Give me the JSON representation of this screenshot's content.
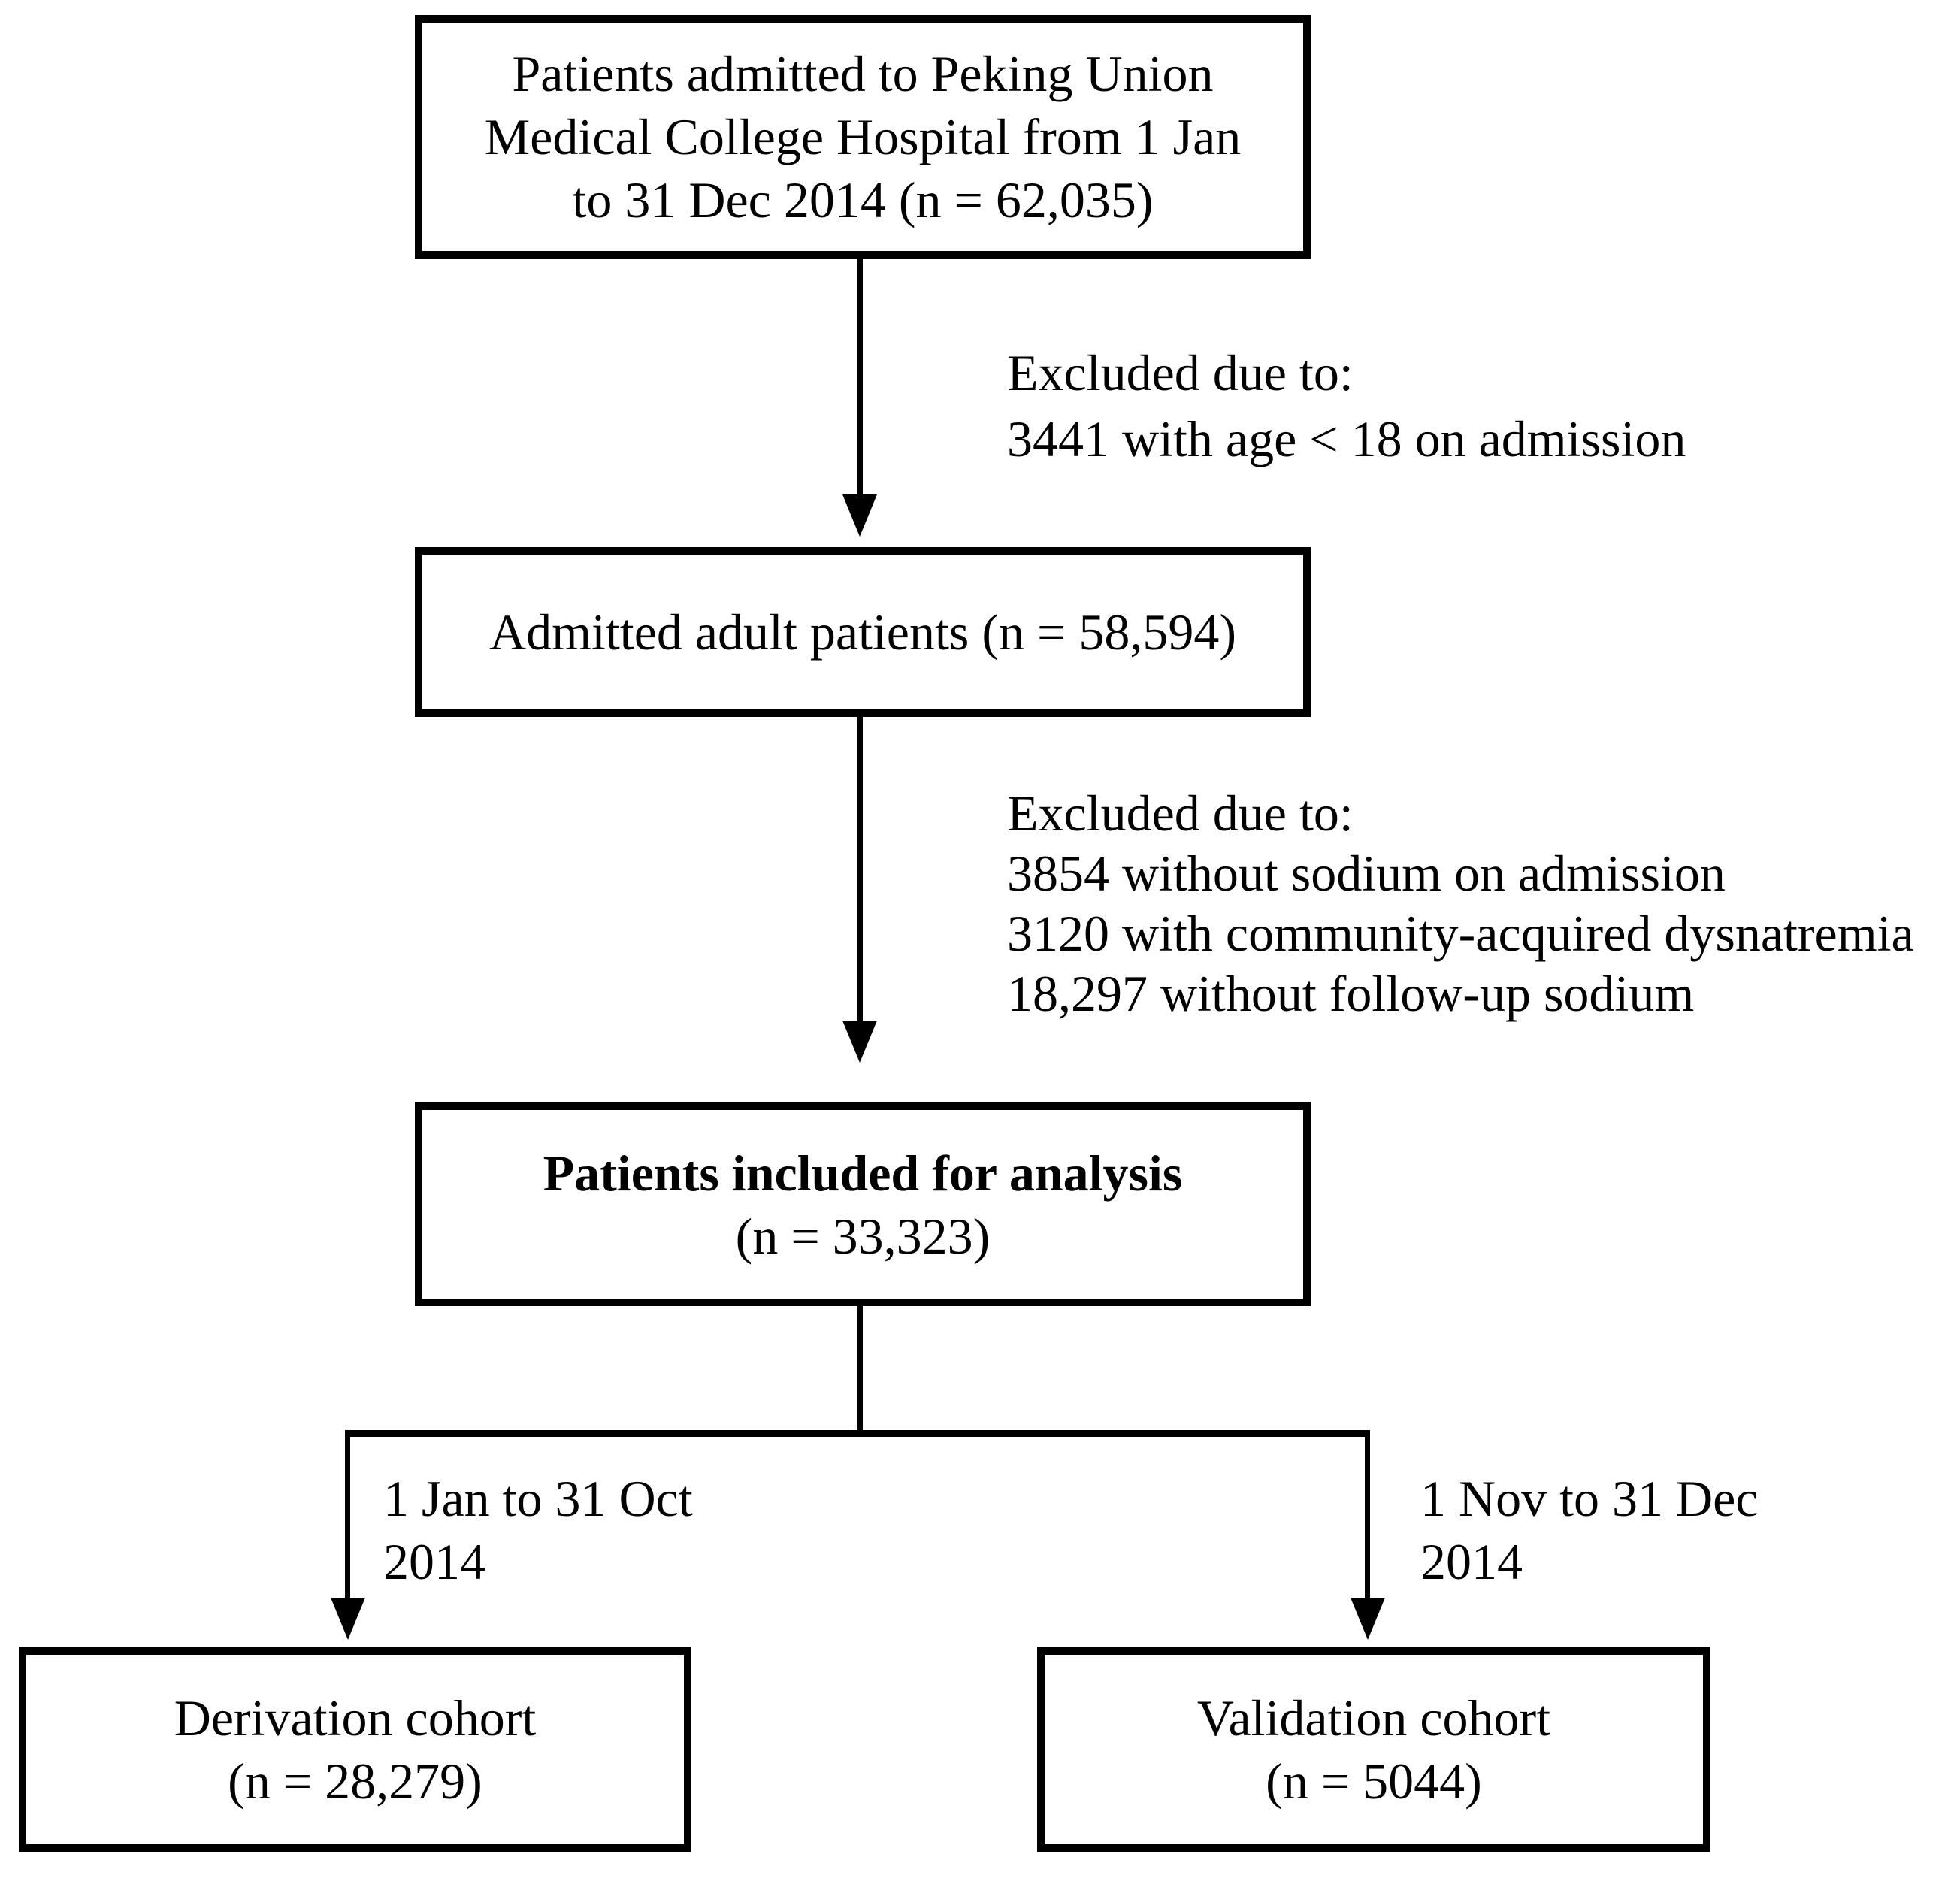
{
  "diagram": {
    "type": "patient-flow-diagram",
    "colors": {
      "background": "#ffffff",
      "line": "#000000",
      "text": "#000000"
    },
    "boxes": {
      "admitted": {
        "lines": [
          "Patients admitted to Peking Union",
          "Medical College Hospital from 1 Jan",
          "to 31 Dec 2014 (n = 62,035)"
        ]
      },
      "adults": {
        "lines": [
          "Admitted adult patients (n = 58,594)"
        ]
      },
      "analysis": {
        "title": "Patients included for analysis",
        "count": "(n = 33,323)"
      },
      "derivation": {
        "title": "Derivation cohort",
        "count": "(n = 28,279)"
      },
      "validation": {
        "title": "Validation cohort",
        "count": "(n = 5044)"
      }
    },
    "exclusions": {
      "first": {
        "header": "Excluded due to:",
        "items": [
          "3441 with age < 18 on admission"
        ]
      },
      "second": {
        "header": "Excluded due to:",
        "items": [
          "3854 without sodium on admission",
          "3120 with community-acquired dysnatremia",
          "18,297 without follow-up sodium"
        ]
      }
    },
    "branch_labels": {
      "left": {
        "lines": [
          "1 Jan to 31 Oct",
          "2014"
        ]
      },
      "right": {
        "lines": [
          "1 Nov to 31 Dec",
          "2014"
        ]
      }
    }
  }
}
